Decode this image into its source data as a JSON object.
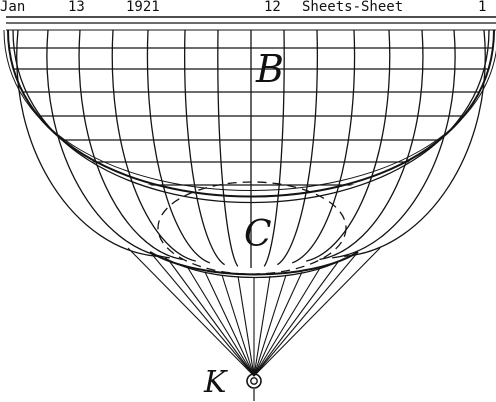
{
  "header": {
    "date_month": "Jan",
    "date_day": "13",
    "date_year": "1921",
    "sheet_count": "12",
    "sheets_label": "Sheets-Sheet",
    "sheet_number": "1"
  },
  "labels": {
    "b": "B",
    "c": "C",
    "k": "K"
  }
}
